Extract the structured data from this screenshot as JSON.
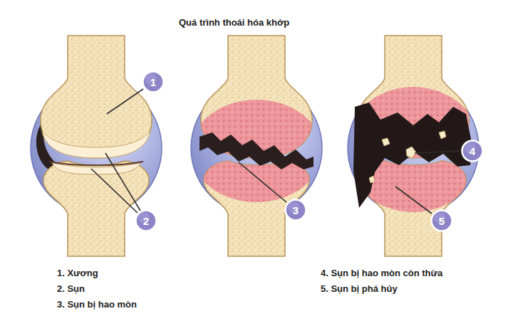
{
  "diagram": {
    "title": "Quá trình thoái hóa khớp",
    "nodes": [
      {
        "text": [
          "1"
        ]
      },
      {
        "text": [
          "2"
        ]
      },
      {
        "text": [
          "3"
        ]
      },
      {
        "text": [
          "4"
        ]
      },
      {
        "text": [
          "5"
        ]
      }
    ],
    "labels": [
      "1. Xương",
      "2. Sụn",
      "3. Sụn bị hao mòn",
      "4. Sụn bị hao mòn còn thừa",
      "5. Sụn bị phá hủy"
    ]
  }
}
